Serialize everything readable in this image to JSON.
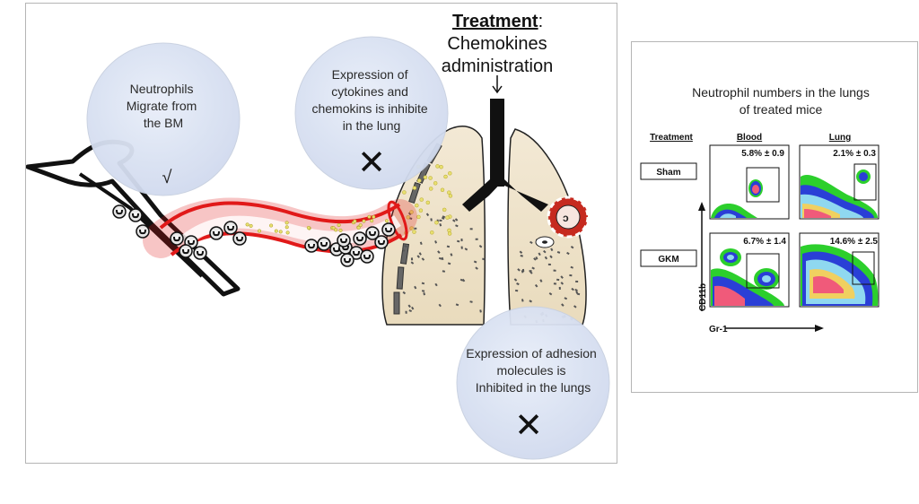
{
  "treatment": {
    "heading": "Treatment",
    "colon": ":",
    "line1": "Chemokines",
    "line2": "administration"
  },
  "bubbles": {
    "migrate": {
      "lines": [
        "Neutrophils",
        "Migrate from",
        "the BM"
      ],
      "mark": "√"
    },
    "cytokines": {
      "lines": [
        "Expression of",
        "cytokines and",
        "chemokins is inhibite",
        "in the lung"
      ],
      "mark": "✕"
    },
    "adhesion": {
      "lines": [
        "Expression of adhesion",
        "molecules is",
        "Inhibited in the lungs"
      ],
      "mark": "✕"
    }
  },
  "facs": {
    "title_line1": "Neutrophil numbers in the lungs",
    "title_line2": "of treated mice",
    "col_treatment": "Treatment",
    "col_blood": "Blood",
    "col_lung": "Lung",
    "row_sham": "Sham",
    "row_gkm": "GKM",
    "sham_blood": "5.8% ± 0.9",
    "sham_lung": "2.1% ± 0.3",
    "gkm_blood": "6.7% ± 1.4",
    "gkm_lung": "14.6% ± 2.5",
    "y_axis": "CD11b",
    "x_axis": "Gr-1"
  },
  "colors": {
    "vessel": "#e11919",
    "bubble": "#dbe3f3",
    "lung": "#f1e6cf",
    "bronchus": "#111111",
    "facs_blue": "#2a3fd6",
    "facs_green": "#2ccf2c",
    "facs_pink": "#f05a7a"
  }
}
